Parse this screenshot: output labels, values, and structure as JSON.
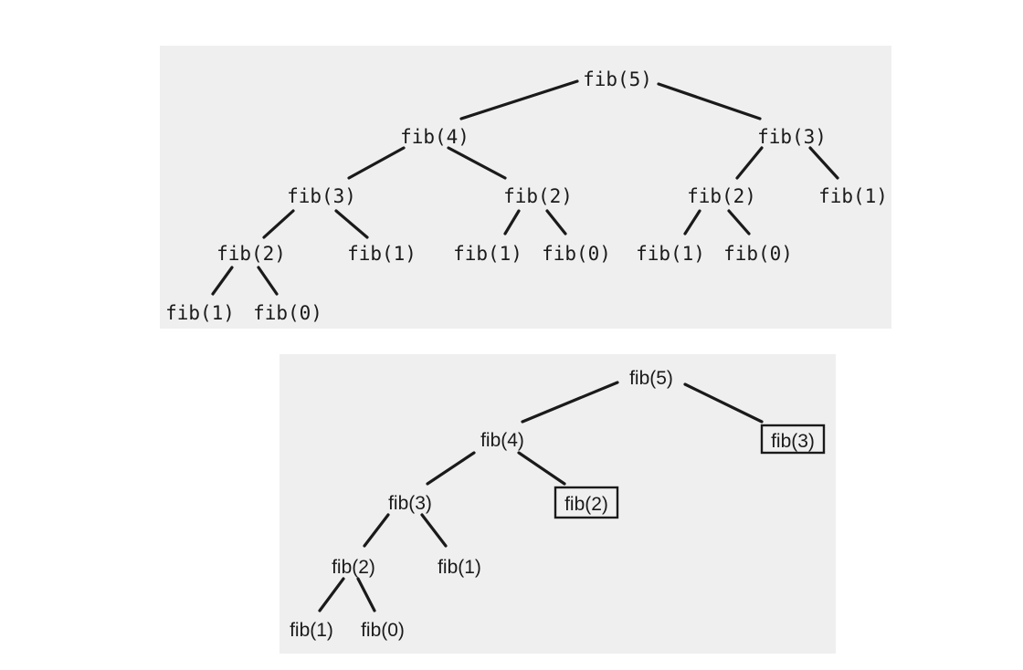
{
  "trees": [
    {
      "name": "full-recursion-tree",
      "nodes": [
        {
          "id": "a",
          "label": "fib(5)"
        },
        {
          "id": "b",
          "label": "fib(4)"
        },
        {
          "id": "c",
          "label": "fib(3)"
        },
        {
          "id": "d",
          "label": "fib(3)"
        },
        {
          "id": "e",
          "label": "fib(2)"
        },
        {
          "id": "f",
          "label": "fib(2)"
        },
        {
          "id": "g",
          "label": "fib(1)"
        },
        {
          "id": "h",
          "label": "fib(2)"
        },
        {
          "id": "i",
          "label": "fib(1)"
        },
        {
          "id": "j",
          "label": "fib(1)"
        },
        {
          "id": "k",
          "label": "fib(0)"
        },
        {
          "id": "l",
          "label": "fib(1)"
        },
        {
          "id": "m",
          "label": "fib(0)"
        },
        {
          "id": "n",
          "label": "fib(1)"
        },
        {
          "id": "o",
          "label": "fib(0)"
        }
      ]
    },
    {
      "name": "memoized-recursion-tree",
      "nodes": [
        {
          "id": "a",
          "label": "fib(5)"
        },
        {
          "id": "b",
          "label": "fib(4)"
        },
        {
          "id": "c",
          "label": "fib(3)",
          "memoized": true
        },
        {
          "id": "d",
          "label": "fib(3)"
        },
        {
          "id": "e",
          "label": "fib(2)",
          "memoized": true
        },
        {
          "id": "f",
          "label": "fib(2)"
        },
        {
          "id": "g",
          "label": "fib(1)"
        },
        {
          "id": "h",
          "label": "fib(1)"
        },
        {
          "id": "i",
          "label": "fib(0)"
        }
      ]
    }
  ]
}
